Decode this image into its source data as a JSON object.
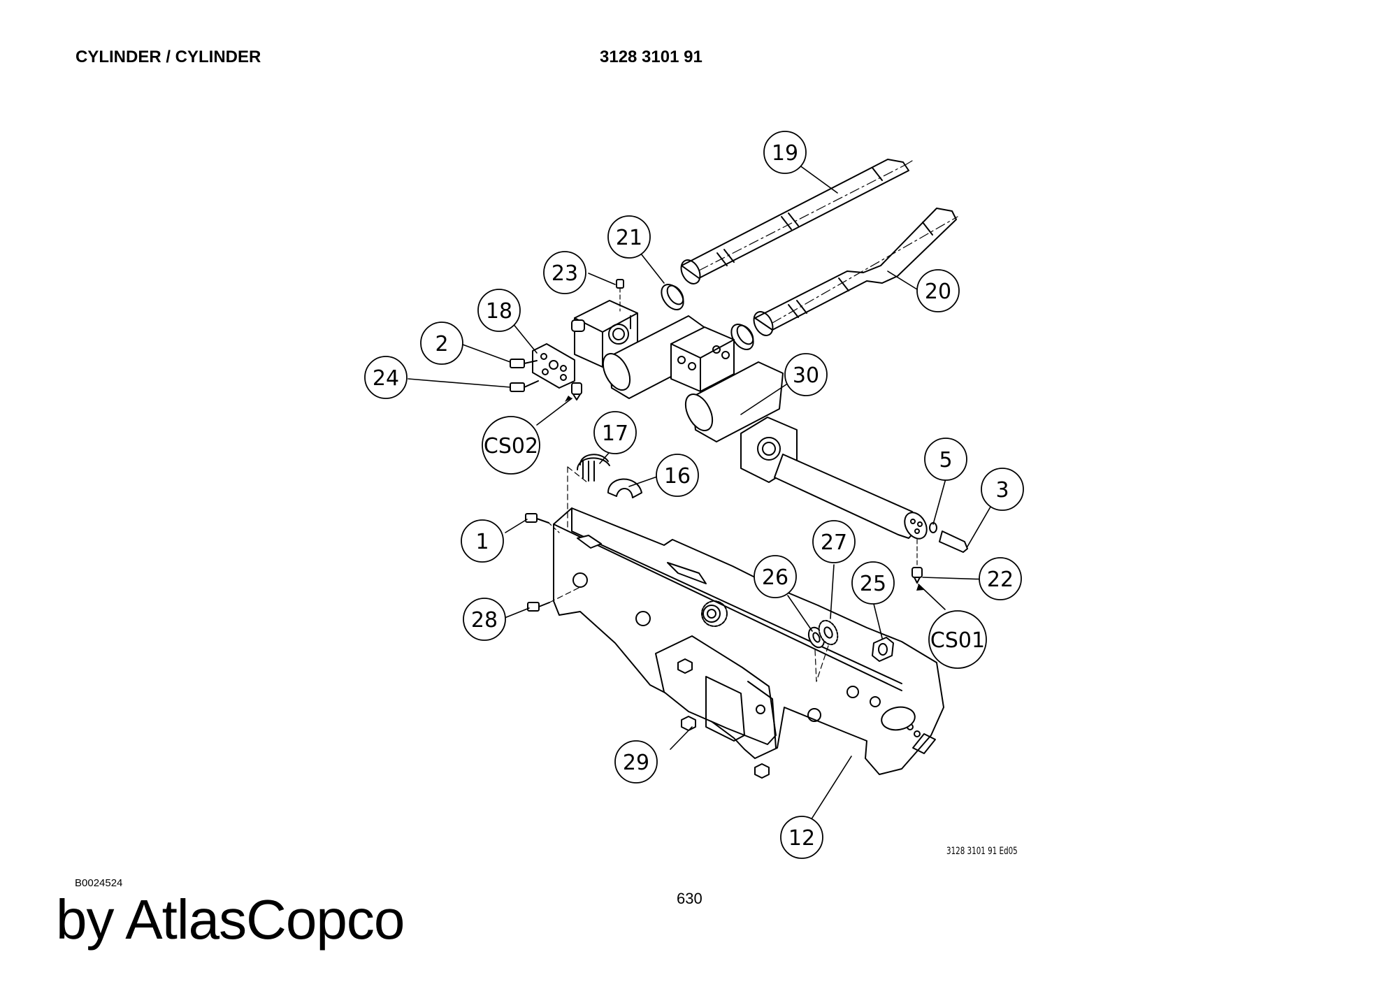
{
  "header": {
    "title": "CYLINDER / CYLINDER",
    "part_number": "3128 3101 91"
  },
  "footer": {
    "document_ref": "B0024524",
    "page_number": "630",
    "brand": "by AtlasCopco",
    "drawing_edition": "3128 3101 91 Ed05"
  },
  "callouts": [
    {
      "id": "c19",
      "label": "19"
    },
    {
      "id": "c21",
      "label": "21"
    },
    {
      "id": "c20",
      "label": "20"
    },
    {
      "id": "c23",
      "label": "23"
    },
    {
      "id": "c18",
      "label": "18"
    },
    {
      "id": "c2",
      "label": "2"
    },
    {
      "id": "c30",
      "label": "30"
    },
    {
      "id": "c24",
      "label": "24"
    },
    {
      "id": "cCS02",
      "label": "CS02"
    },
    {
      "id": "c17",
      "label": "17"
    },
    {
      "id": "c16",
      "label": "16"
    },
    {
      "id": "c5",
      "label": "5"
    },
    {
      "id": "c3",
      "label": "3"
    },
    {
      "id": "c1",
      "label": "1"
    },
    {
      "id": "c27",
      "label": "27"
    },
    {
      "id": "c26",
      "label": "26"
    },
    {
      "id": "c25",
      "label": "25"
    },
    {
      "id": "c22",
      "label": "22"
    },
    {
      "id": "c28",
      "label": "28"
    },
    {
      "id": "cCS01",
      "label": "CS01"
    },
    {
      "id": "c29",
      "label": "29"
    },
    {
      "id": "c12",
      "label": "12"
    }
  ]
}
